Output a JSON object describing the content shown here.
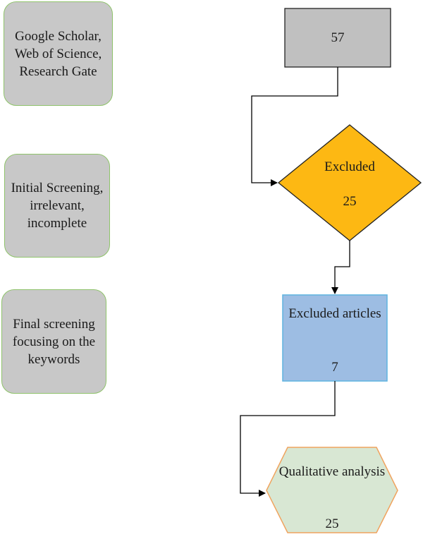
{
  "stages": [
    {
      "text": "Google Scholar, Web of Science, Research Gate"
    },
    {
      "text": "Initial Screening, irrelevant, incomplete"
    },
    {
      "text": "Final screening focusing on the keywords"
    }
  ],
  "nodes": {
    "total": {
      "value": "57"
    },
    "excluded": {
      "label": "Excluded",
      "value": "25"
    },
    "excluded_articles": {
      "label": "Excluded articles",
      "value": "7"
    },
    "qualitative": {
      "label": "Qualitative analysis",
      "value": "25"
    }
  },
  "colors": {
    "stage_fill": "#c8c8c8",
    "stage_border": "#8fc36b",
    "total_fill": "#c0c0c0",
    "excluded_fill": "#fdb813",
    "articles_fill": "#9dbde3",
    "articles_border": "#5fb4e0",
    "qualitative_fill": "#d8e7d3",
    "qualitative_border": "#f0a35e",
    "arrow": "#000000"
  }
}
